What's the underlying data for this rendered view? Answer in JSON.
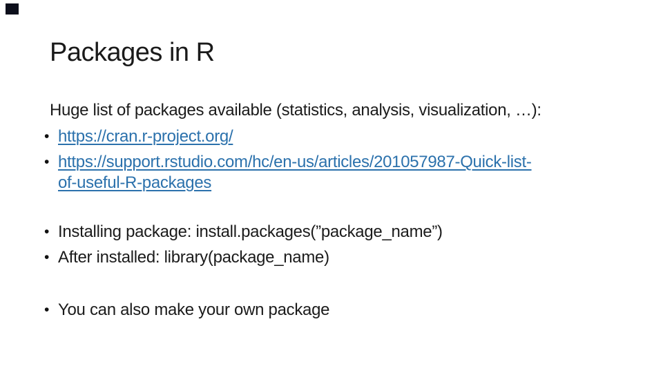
{
  "slide": {
    "title": "Packages in R",
    "lead": "Huge list of packages available (statistics, analysis, visualization, …):",
    "bullet_glyph": "•",
    "link_cran": {
      "text": "https://cran.r-project.org/"
    },
    "link_rstudio": {
      "line1": "https://support.rstudio.com/hc/en-us/articles/201057987-Quick-list-",
      "line2": "of-useful-R-packages"
    },
    "bullets": {
      "install": "Installing package: install.packages(”package_name”)",
      "library": "After installed: library(package_name)",
      "own_package": "You can also make your own package"
    },
    "colors": {
      "background": "#FFFFFF",
      "text": "#1B1B1B",
      "link": "#2B71AC",
      "corner_accent": "#0D0F1C"
    }
  }
}
